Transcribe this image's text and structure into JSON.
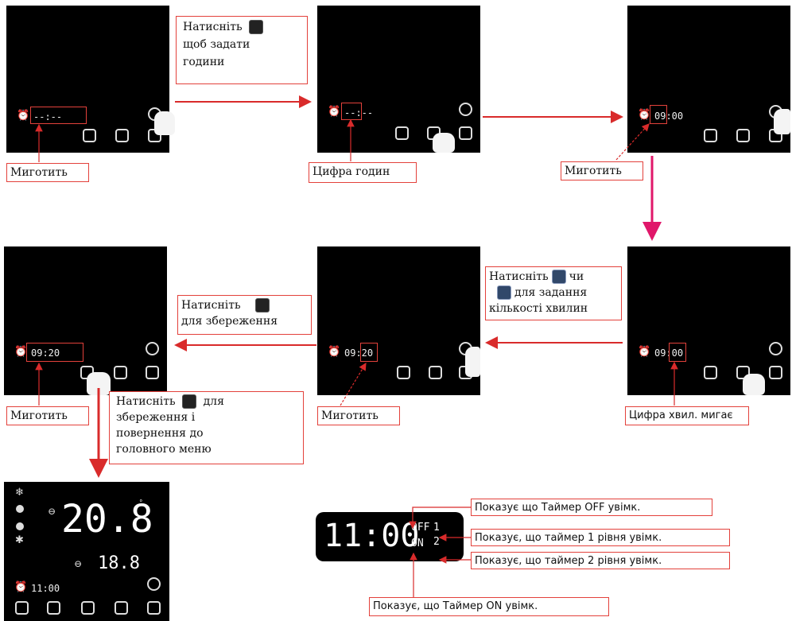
{
  "steps": {
    "press_clock_hours": "Натисніть [clock] щоб задати години",
    "press_clock_hours_a": "Натисніть",
    "press_clock_hours_b": "щоб задати",
    "press_clock_hours_c": "години",
    "blinks": "Миготить",
    "hour_digit": "Цифра годин",
    "press_updown_a": "Натисніть",
    "press_updown_or": "чи",
    "press_updown_b": "для задання",
    "press_updown_c": "кількості хвилин",
    "minute_digit_blinks": "Цифра хвил. мигає",
    "press_save_a": "Натисніть",
    "press_save_b": "для збереження",
    "press_power_a": "Натисніть",
    "press_power_b": "для",
    "press_power_c": "збереження і",
    "press_power_d": "повернення до",
    "press_power_e": "головного меню"
  },
  "displays": {
    "blank_time": "--:--",
    "hour_set": "09:00",
    "minute_set": "09:00",
    "set_time": "09:20",
    "main_temp": "20.8",
    "main_temp_small": "18.8",
    "main_time": "11:00",
    "timer_display": "11:00",
    "off_tag": "OFF",
    "on_tag": "ON",
    "level1": "1",
    "level2": "2"
  },
  "legend": {
    "off_on": "Показує що Таймер OFF увімк.",
    "level1_on": "Показує, що таймер 1 рівня увімк.",
    "level2_on": "Показує, що таймер 2 рівня увімк.",
    "on_on": "Показує, що Таймер ON увімк."
  },
  "colors": {
    "label_border": "#e3413b",
    "arrow_red": "#d92b2b",
    "arrow_magenta": "#e0176a",
    "panel_bg": "#000000"
  },
  "icons": [
    "alarm-icon",
    "clock-icon",
    "power-icon",
    "up-arrow-icon",
    "down-arrow-icon",
    "hand-pointer-icon",
    "snowflake-icon",
    "mode-m-icon",
    "fan-icon"
  ]
}
